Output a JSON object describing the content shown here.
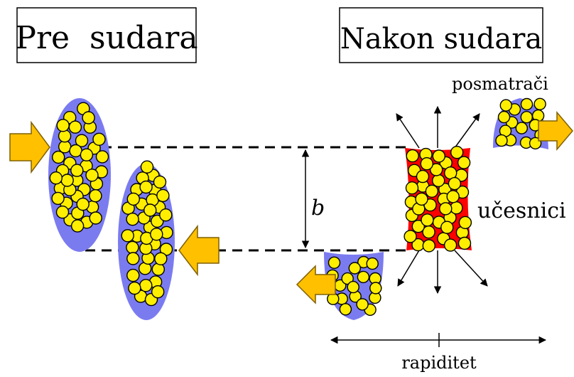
{
  "title_before": "Pre  sudara",
  "title_after": "Nakon sudara",
  "label_spectators": "posmatrači",
  "label_participants": "učesnici",
  "label_impact": "b",
  "label_axis": "rapiditet",
  "colors": {
    "nucleus": "#7b7bf0",
    "nucleon": "#ffee00",
    "fireball": "#ff0000",
    "arrow": "#ffc000",
    "line": "#000000"
  }
}
